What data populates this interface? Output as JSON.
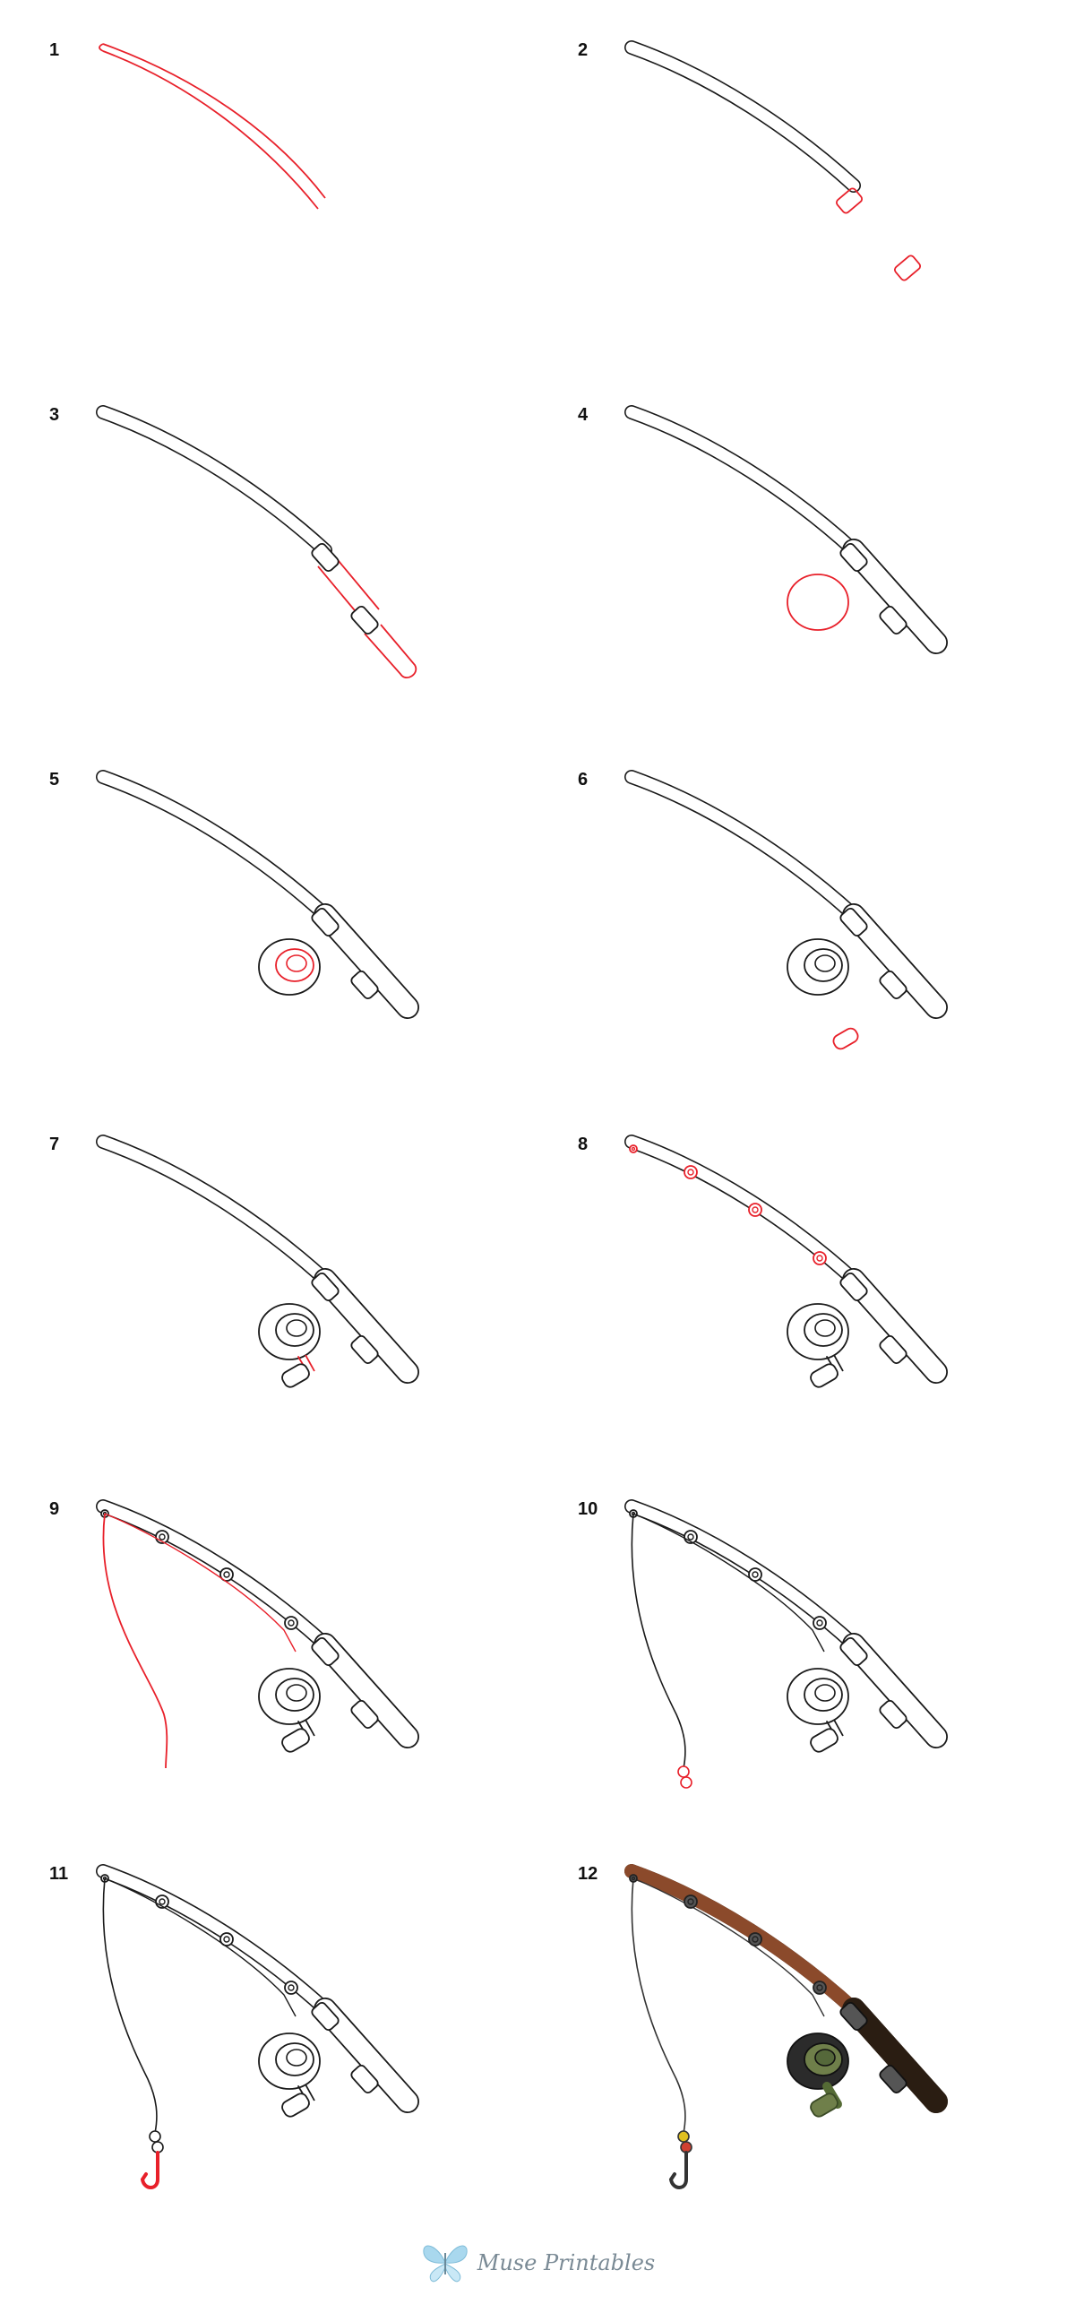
{
  "steps": [
    {
      "number": "1"
    },
    {
      "number": "2"
    },
    {
      "number": "3"
    },
    {
      "number": "4"
    },
    {
      "number": "5"
    },
    {
      "number": "6"
    },
    {
      "number": "7"
    },
    {
      "number": "8"
    },
    {
      "number": "9"
    },
    {
      "number": "10"
    },
    {
      "number": "11"
    },
    {
      "number": "12"
    }
  ],
  "footer": {
    "brand": "Muse Printables",
    "logo_icon": "butterfly-icon"
  },
  "colors": {
    "outline": "#1a1a1a",
    "new_part": "#e8202a",
    "rod": "#8b4a2b",
    "grip": "#2a1d12",
    "reel": "#2b2b2b",
    "reel_center": "#6f7f4a",
    "bead_yellow": "#e0c020",
    "bead_red": "#d04030",
    "logo_wing": "#a9d8ee"
  }
}
